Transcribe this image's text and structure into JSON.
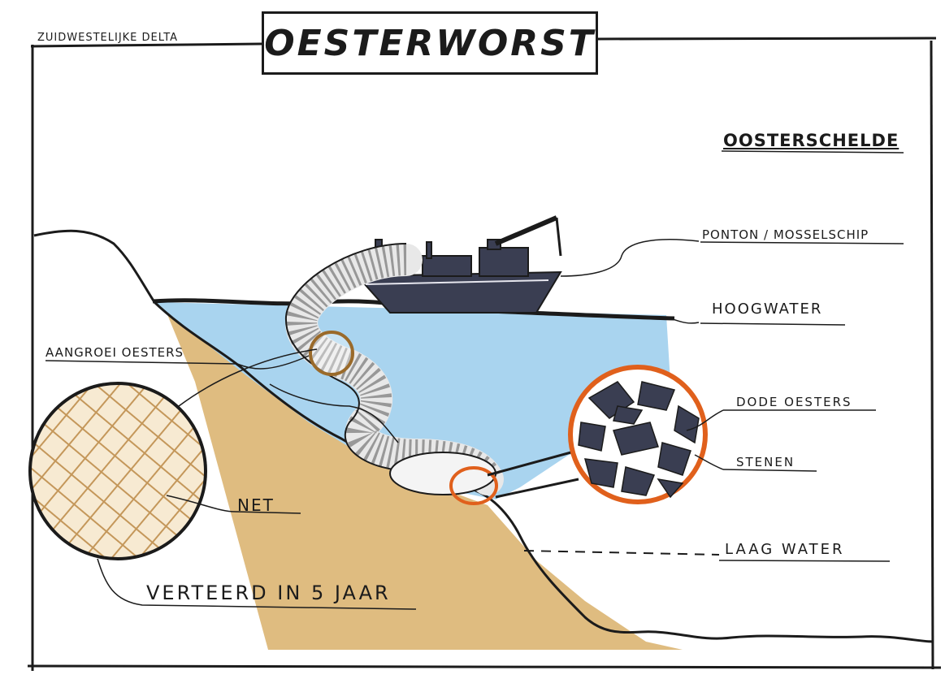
{
  "region": "ZUIDWESTELIJKE DELTA",
  "title": "OESTERWORST",
  "subtitle": "OOSTERSCHELDE",
  "labels": {
    "ponton": "PONTON / MOSSELSCHIP",
    "hoogwater": "HOOGWATER",
    "aangroei": "AANGROEI OESTERS",
    "dode_oesters": "DODE OESTERS",
    "stenen": "STENEN",
    "net": "NET",
    "laag_water": "LAAG WATER",
    "verteerd": "VERTEERD IN 5 JAAR"
  },
  "colors": {
    "water": "#a9d4ef",
    "sand": "#dcb572",
    "ink": "#1b1b1b",
    "boat": "#3a3e52",
    "ring_highlight": "#e0601c",
    "ring_small": "#9a6a2a",
    "net_mesh": "#c4975a"
  }
}
